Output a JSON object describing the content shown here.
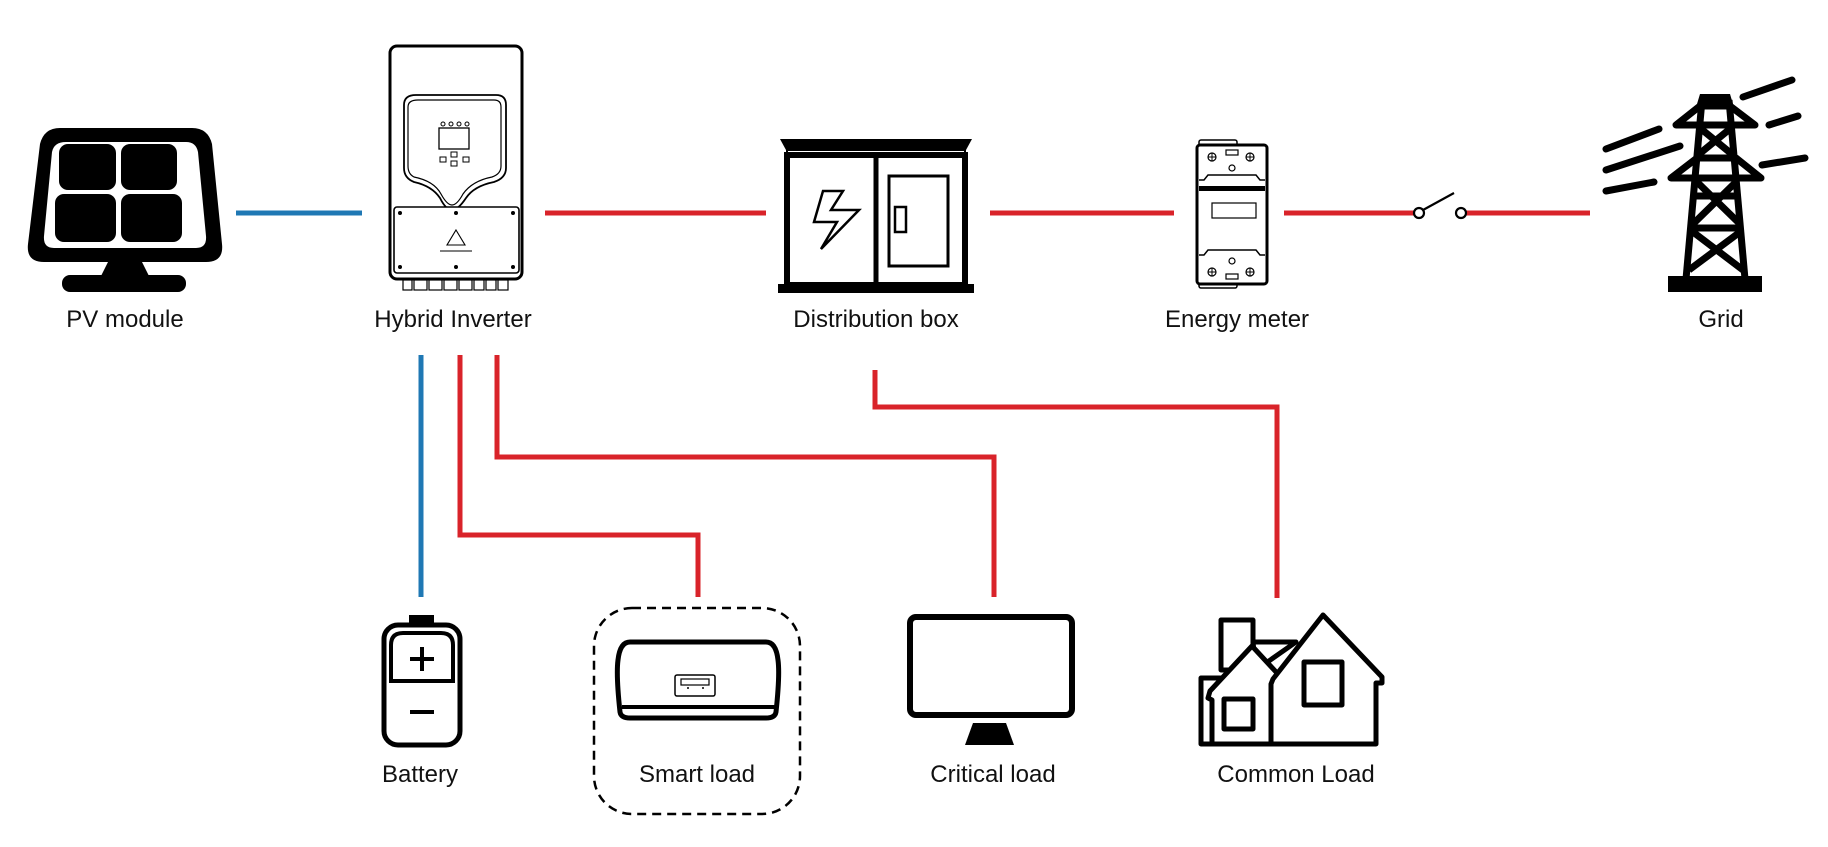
{
  "title": "Hybrid inverter system wiring diagram",
  "colors": {
    "ac_wire": "#d9232a",
    "dc_wire": "#1f78b4",
    "icon": "#000000",
    "background": "#ffffff"
  },
  "nodes": {
    "pv_module": {
      "label": "PV module",
      "icon": "solar-panel-icon"
    },
    "hybrid_inverter": {
      "label": "Hybrid Inverter",
      "icon": "inverter-icon"
    },
    "distribution_box": {
      "label": "Distribution box",
      "icon": "distribution-box-icon"
    },
    "energy_meter": {
      "label": "Energy meter",
      "icon": "energy-meter-icon"
    },
    "grid": {
      "label": "Grid",
      "icon": "transmission-tower-icon"
    },
    "battery": {
      "label": "Battery",
      "icon": "battery-icon"
    },
    "smart_load": {
      "label": "Smart load",
      "icon": "air-conditioner-icon",
      "dashed_outline": true
    },
    "critical_load": {
      "label": "Critical load",
      "icon": "monitor-icon"
    },
    "common_load": {
      "label": "Common Load",
      "icon": "houses-icon"
    }
  },
  "connections": [
    {
      "from": "PV module",
      "to": "Hybrid Inverter",
      "type": "DC",
      "color": "blue"
    },
    {
      "from": "Hybrid Inverter",
      "to": "Battery",
      "type": "DC",
      "color": "blue"
    },
    {
      "from": "Hybrid Inverter",
      "to": "Distribution box",
      "type": "AC",
      "color": "red"
    },
    {
      "from": "Hybrid Inverter",
      "to": "Smart load",
      "type": "AC",
      "color": "red"
    },
    {
      "from": "Hybrid Inverter",
      "to": "Critical load",
      "type": "AC",
      "color": "red"
    },
    {
      "from": "Distribution box",
      "to": "Energy meter",
      "type": "AC",
      "color": "red"
    },
    {
      "from": "Distribution box",
      "to": "Common Load",
      "type": "AC",
      "color": "red"
    },
    {
      "from": "Energy meter",
      "to": "Grid",
      "type": "AC",
      "color": "red",
      "via": "open switch"
    }
  ]
}
